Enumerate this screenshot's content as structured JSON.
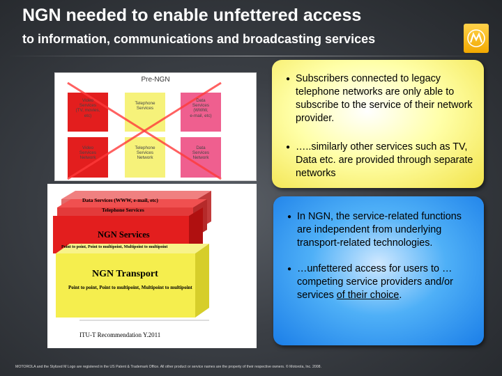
{
  "title": "NGN needed to enable unfettered access",
  "subtitle": "to information, communications and broadcasting services",
  "logo_icon": "motorola-logo-icon",
  "colors": {
    "accent_yellow": "#f2a900",
    "ngn_services_red": "#e31e1e",
    "ngn_transport_yellow": "#f5ee4e",
    "prengn_red": "#e31e1e",
    "prengn_yellow": "#f6f27a",
    "prengn_pink": "#ef5f8f"
  },
  "prengn": {
    "title": "Pre-NGN",
    "columns": [
      {
        "service": [
          "Video",
          "Services",
          "(TV, movies,",
          "etc)"
        ],
        "network": [
          "Video",
          "Services",
          "Network"
        ]
      },
      {
        "service": [
          "Telephone",
          "Services"
        ],
        "network": [
          "Telephone",
          "Services",
          "Network"
        ]
      },
      {
        "service": [
          "Data",
          "Services",
          "(WWW,",
          "e-mail, etc)"
        ],
        "network": [
          "Data",
          "Services",
          "Network"
        ]
      }
    ]
  },
  "ngn": {
    "data_services": "Data Services (WWW, e-mail, etc)",
    "telephone_services": "Telephone Services",
    "ngn_services": "NGN Services",
    "services_sub": "Point to point, Point to multipoint, Multipoint to multipoint",
    "ngn_transport": "NGN Transport",
    "transport_sub": "Point to point, Point to multipoint, Multipoint to multipoint",
    "recommendation": "ITU-T Recommendation Y.2011"
  },
  "box1": {
    "bullets": [
      "Subscribers connected to legacy telephone networks are only able to subscribe to the service of their network provider.",
      "…..similarly other services such as TV, Data etc. are provided through separate networks"
    ]
  },
  "box2": {
    "bullet1": "In NGN, the service-related functions are independent from underlying transport-related technologies.",
    "bullet2_prefix": "…unfettered access for users to … competing service providers and/or services ",
    "bullet2_underlined": "of their choice",
    "bullet2_suffix": "."
  },
  "footer": "MOTOROLA and the Stylized M Logo are registered in the US Patent & Trademark Office. All other product or service names are the property of their respective owners. © Motorola, Inc. 2008."
}
